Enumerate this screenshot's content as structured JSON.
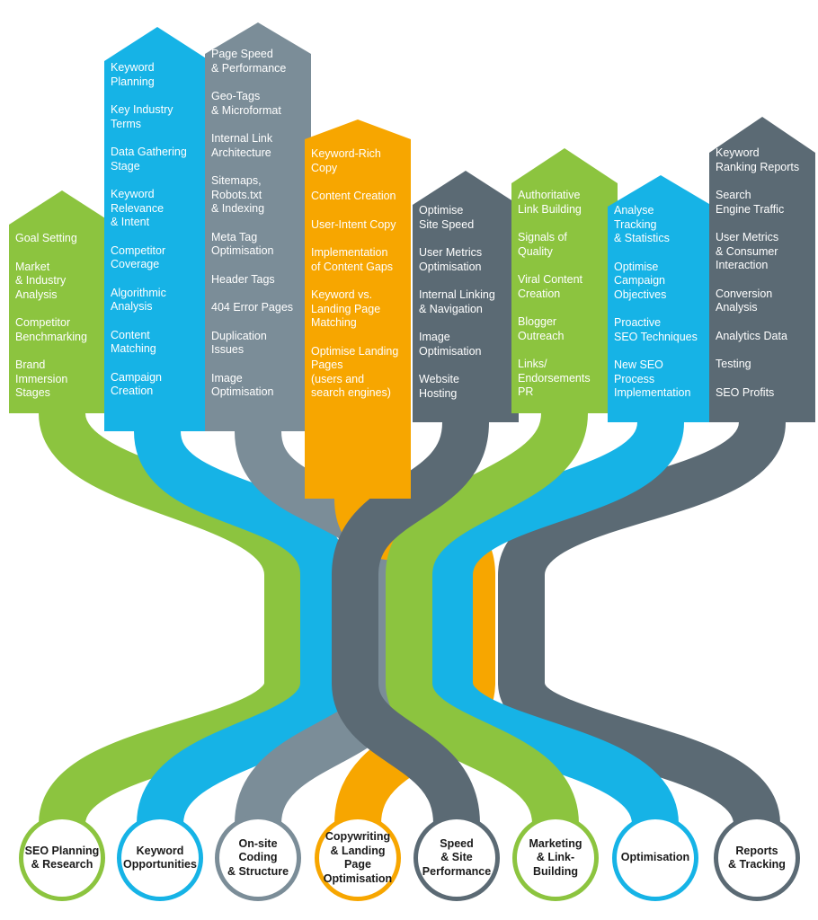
{
  "colors": {
    "green": "#8cc43f",
    "blue": "#16b3e6",
    "gray": "#7b8d98",
    "orange": "#f7a600",
    "slate": "#5b6a74"
  },
  "streams": [
    {
      "id": "seo-planning",
      "color": "green",
      "node_label": "SEO Planning\n& Research",
      "items": [
        "Goal Setting",
        "Market\n& Industry\nAnalysis",
        "Competitor\nBenchmarking",
        "Brand\nImmersion\nStages"
      ]
    },
    {
      "id": "keyword-opportunities",
      "color": "blue",
      "node_label": "Keyword\nOpportunities",
      "items": [
        "Keyword\nPlanning",
        "Key Industry\nTerms",
        "Data Gathering\nStage",
        "Keyword\nRelevance\n& Intent",
        "Competitor\nCoverage",
        "Algorithmic\nAnalysis",
        "Content\nMatching",
        "Campaign\nCreation"
      ]
    },
    {
      "id": "onsite-coding",
      "color": "gray",
      "node_label": "On-site Coding\n& Structure",
      "items": [
        "Page Speed\n& Performance",
        "Geo-Tags\n& Microformat",
        "Internal Link\nArchitecture",
        "Sitemaps,\nRobots.txt\n& Indexing",
        "Meta Tag\nOptimisation",
        "Header Tags",
        "404 Error Pages",
        "Duplication\nIssues",
        "Image\nOptimisation"
      ]
    },
    {
      "id": "copywriting",
      "color": "orange",
      "node_label": "Copywriting\n& Landing Page\nOptimisation",
      "items": [
        "Keyword-Rich\nCopy",
        "Content Creation",
        "User-Intent Copy",
        "Implementation\nof Content Gaps",
        "Keyword vs.\nLanding Page\nMatching",
        "Optimise Landing\nPages\n(users and\nsearch engines)"
      ]
    },
    {
      "id": "speed",
      "color": "slate",
      "node_label": "Speed\n& Site\nPerformance",
      "items": [
        "Optimise\nSite Speed",
        "User Metrics\nOptimisation",
        "Internal Linking\n& Navigation",
        "Image\nOptimisation",
        "Website\nHosting"
      ]
    },
    {
      "id": "marketing",
      "color": "green",
      "node_label": "Marketing\n& Link-Building",
      "items": [
        "Authoritative\nLink Building",
        "Signals of\nQuality",
        "Viral Content\nCreation",
        "Blogger\nOutreach",
        "Links/\nEndorsements\nPR"
      ]
    },
    {
      "id": "optimisation",
      "color": "blue",
      "node_label": "Optimisation",
      "items": [
        "Analyse\nTracking\n& Statistics",
        "Optimise\nCampaign\nObjectives",
        "Proactive\nSEO Techniques",
        "New SEO\nProcess\nImplementation"
      ]
    },
    {
      "id": "reports",
      "color": "slate",
      "node_label": "Reports\n& Tracking",
      "items": [
        "Keyword\nRanking Reports",
        "Search\nEngine Traffic",
        "User Metrics\n& Consumer\nInteraction",
        "Conversion\nAnalysis",
        "Analytics Data",
        "Testing",
        "SEO Profits"
      ]
    }
  ]
}
